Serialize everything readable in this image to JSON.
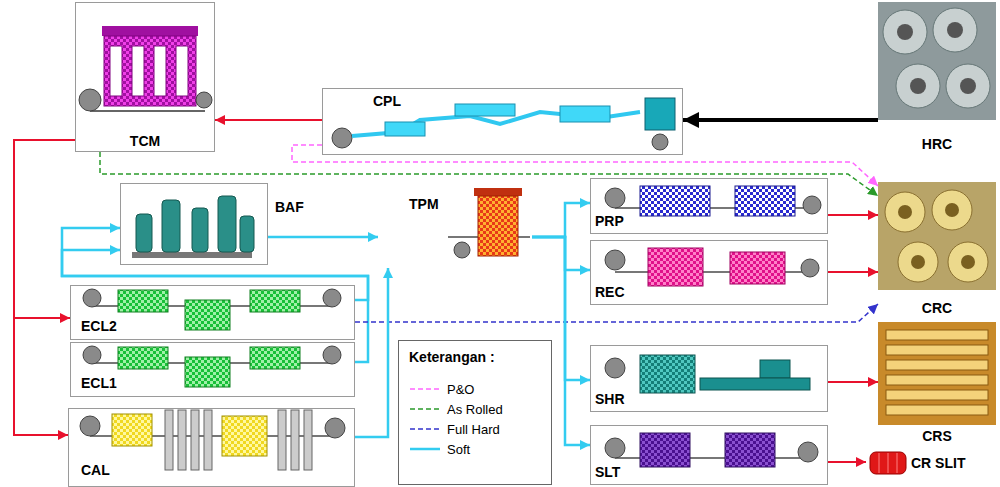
{
  "diagram": {
    "nodes": [
      {
        "text": [
          "TCM"
        ]
      },
      {
        "text": [
          "CPL"
        ]
      },
      {
        "text": [
          "HRC"
        ]
      },
      {
        "text": [
          "BAF"
        ]
      },
      {
        "text": [
          "TPM"
        ]
      },
      {
        "text": [
          "PRP"
        ]
      },
      {
        "text": [
          "REC"
        ]
      },
      {
        "text": [
          "CRC"
        ]
      },
      {
        "text": [
          "ECL2"
        ]
      },
      {
        "text": [
          "ECL1"
        ]
      },
      {
        "text": [
          "CAL"
        ]
      },
      {
        "text": [
          "SHR"
        ]
      },
      {
        "text": [
          "SLT"
        ]
      },
      {
        "text": [
          "CRS"
        ]
      },
      {
        "text": [
          "CR SLIT"
        ]
      }
    ],
    "edges": [
      {
        "from": 2,
        "to": 1,
        "arrow": "to"
      },
      {
        "from": 1,
        "to": 0,
        "arrow": "to"
      },
      {
        "from": 1,
        "to": 7,
        "arrow": "to"
      },
      {
        "from": 0,
        "to": 7,
        "arrow": "to"
      },
      {
        "from": 0,
        "to": 8,
        "arrow": "to"
      },
      {
        "from": 0,
        "to": 10,
        "arrow": "to"
      },
      {
        "from": 8,
        "to": 3,
        "arrow": "to"
      },
      {
        "from": 9,
        "to": 3,
        "arrow": "to"
      },
      {
        "from": 8,
        "to": 7,
        "arrow": "to"
      },
      {
        "from": 3,
        "to": 4,
        "arrow": "to"
      },
      {
        "from": 10,
        "to": 4,
        "arrow": "to"
      },
      {
        "from": 4,
        "to": 5,
        "arrow": "to"
      },
      {
        "from": 4,
        "to": 6,
        "arrow": "to"
      },
      {
        "from": 4,
        "to": 11,
        "arrow": "to"
      },
      {
        "from": 4,
        "to": 12,
        "arrow": "to"
      },
      {
        "from": 5,
        "to": 7,
        "arrow": "to"
      },
      {
        "from": 6,
        "to": 7,
        "arrow": "to"
      },
      {
        "from": 11,
        "to": 13,
        "arrow": "to"
      },
      {
        "from": 12,
        "to": 14,
        "arrow": "to"
      }
    ],
    "labels": [
      "Keterangan :"
    ],
    "legend": [
      {
        "text": "P&O"
      },
      {
        "text": "As Rolled"
      },
      {
        "text": "Full Hard"
      },
      {
        "text": "Soft"
      }
    ]
  }
}
